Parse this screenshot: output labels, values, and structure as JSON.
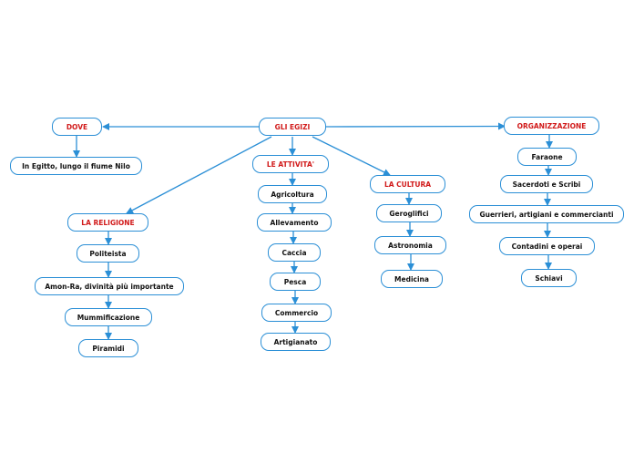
{
  "colors": {
    "line": "#2b8fd6",
    "title_text": "#d11a1a",
    "text": "#111111",
    "background": "#ffffff"
  },
  "root": {
    "label": "GLI EGIZI"
  },
  "dove": {
    "label": "DOVE",
    "items": [
      "In Egitto, lungo il fiume Nilo"
    ]
  },
  "religione": {
    "label": "LA RELIGIONE",
    "items": [
      "Politeista",
      "Amon-Ra, divinità più importante",
      "Mummificazione",
      "Piramidi"
    ]
  },
  "attivita": {
    "label": "LE ATTIVITA'",
    "items": [
      "Agricoltura",
      "Allevamento",
      "Caccia",
      "Pesca",
      "Commercio",
      "Artigianato"
    ]
  },
  "cultura": {
    "label": "LA CULTURA",
    "items": [
      "Geroglifici",
      "Astronomia",
      "Medicina"
    ]
  },
  "organizzazione": {
    "label": "ORGANIZZAZIONE",
    "items": [
      "Faraone",
      "Sacerdoti e Scribi",
      "Guerrieri, artigiani e commercianti",
      "Contadini e operai",
      "Schiavi"
    ]
  }
}
